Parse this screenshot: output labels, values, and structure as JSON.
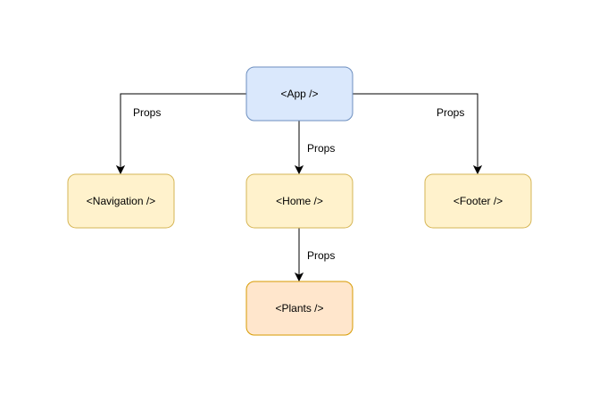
{
  "nodes": {
    "app": {
      "label": "<App />",
      "fill": "#dae8fc",
      "stroke": "#6c8ebf"
    },
    "navigation": {
      "label": "<Navigation />",
      "fill": "#fff2cc",
      "stroke": "#d6b656"
    },
    "home": {
      "label": "<Home />",
      "fill": "#fff2cc",
      "stroke": "#d6b656"
    },
    "footer": {
      "label": "<Footer />",
      "fill": "#fff2cc",
      "stroke": "#d6b656"
    },
    "plants": {
      "label": "<Plants />",
      "fill": "#ffe6cc",
      "stroke": "#d79b00"
    }
  },
  "edges": {
    "app_to_navigation": {
      "label": "Props"
    },
    "app_to_home": {
      "label": "Props"
    },
    "app_to_footer": {
      "label": "Props"
    },
    "home_to_plants": {
      "label": "Props"
    }
  }
}
